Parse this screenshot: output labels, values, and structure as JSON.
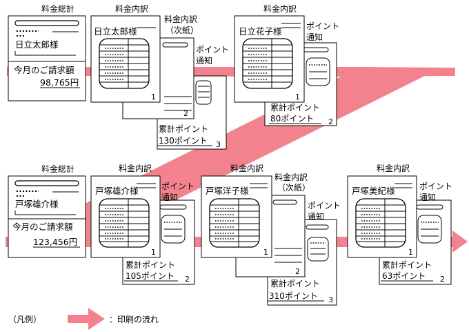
{
  "colors": {
    "flow": "#f2838e",
    "ink": "#000000",
    "paper": "#ffffff"
  },
  "row1": {
    "summary": {
      "title": "料金総計",
      "name": "日立太郎様",
      "charge_label": "今月のご請求額",
      "amount": "98,765円"
    },
    "breakdown1": {
      "title": "料金内訳",
      "name": "日立太郎様",
      "page": "1"
    },
    "breakdown2": {
      "title": "料金内訳",
      "subtitle": "（次紙）",
      "page": "2"
    },
    "points_notice1": {
      "title_line1": "ポイント",
      "title_line2": "通知",
      "points_label": "累計ポイント",
      "points_value": "130ポイント",
      "page": "3"
    },
    "breakdown3": {
      "title": "料金内訳",
      "name": "日立花子様",
      "page": "1"
    },
    "points_notice2": {
      "title_line1": "ポイント",
      "title_line2": "通知",
      "points_label": "累計ポイント",
      "points_value": "80ポイント",
      "page": "2"
    }
  },
  "row2": {
    "summary": {
      "title": "料金総計",
      "name": "戸塚雄介様",
      "charge_label": "今月のご請求額",
      "amount": "123,456円"
    },
    "breakdown1": {
      "title": "料金内訳",
      "name": "戸塚雄介様",
      "page": "1"
    },
    "points_notice1": {
      "title_line1": "ポイント",
      "title_line2": "通知",
      "points_label": "累計ポイント",
      "points_value": "105ポイント",
      "page": "2"
    },
    "breakdown2": {
      "title": "料金内訳",
      "name": "戸塚洋子様",
      "page": "1"
    },
    "breakdown3": {
      "title": "料金内訳",
      "subtitle": "（次紙）",
      "page": "2"
    },
    "points_notice2": {
      "title_line1": "ポイント",
      "title_line2": "通知",
      "points_label": "累計ポイント",
      "points_value": "310ポイント",
      "page": "3"
    },
    "breakdown4": {
      "title": "料金内訳",
      "name": "戸塚美紀様",
      "page": "1"
    },
    "points_notice3": {
      "title_line1": "ポイント",
      "title_line2": "通知",
      "points_label": "累計ポイント",
      "points_value": "63ポイント",
      "page": "2"
    }
  },
  "legend": {
    "open": "（凡例）",
    "desc": "：印刷の流れ"
  }
}
